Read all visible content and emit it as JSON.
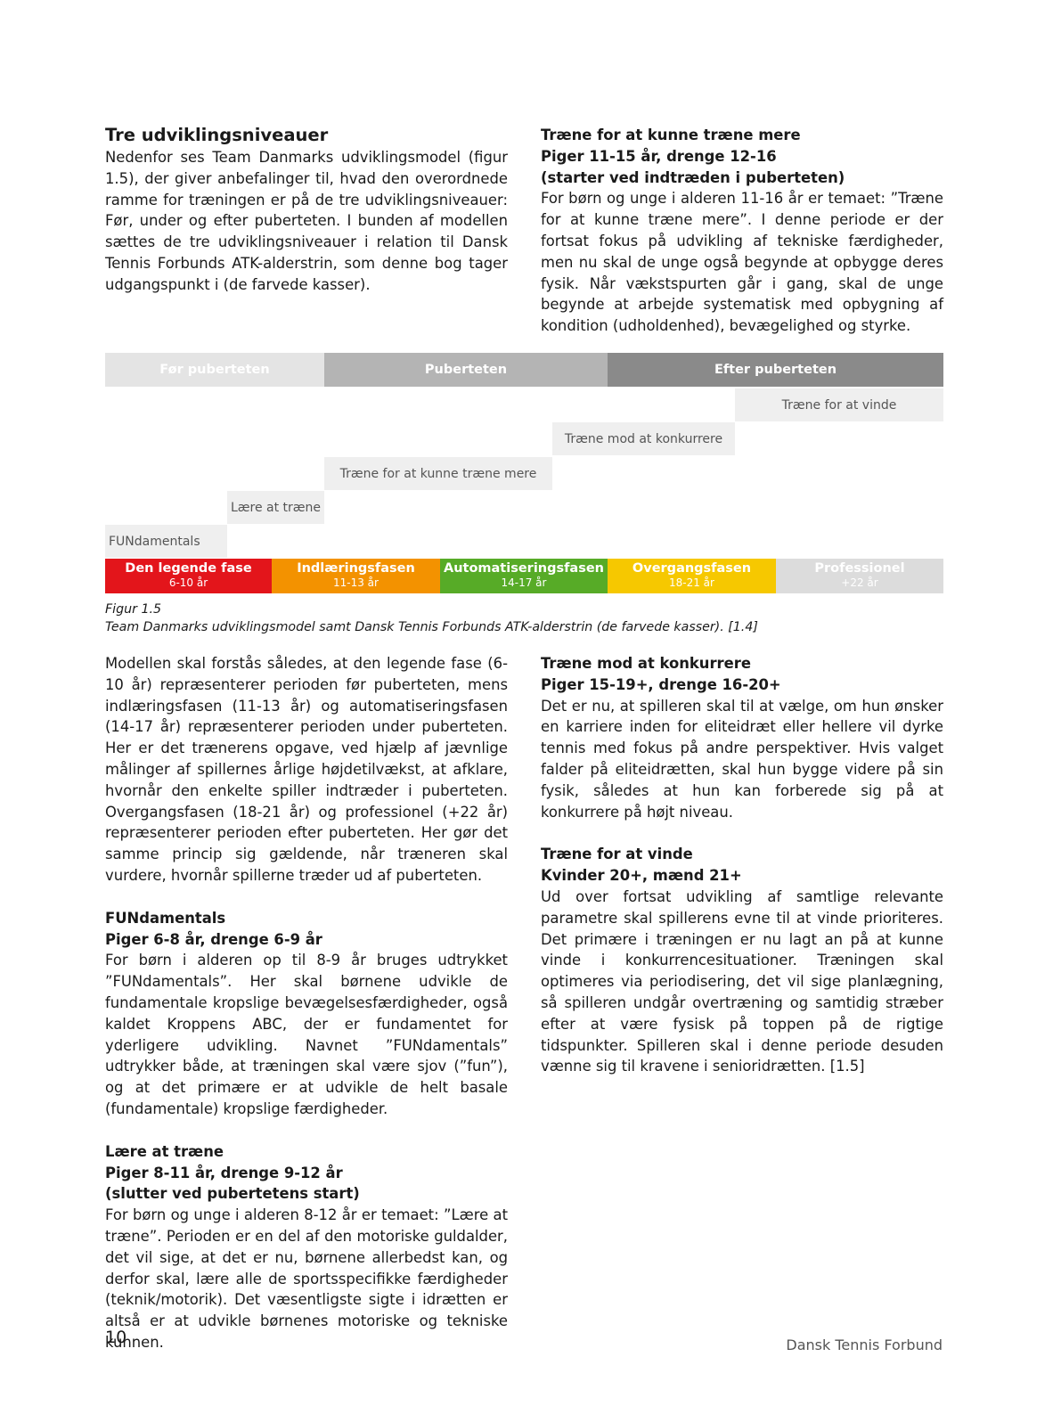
{
  "intro": {
    "title": "Tre udviklingsniveauer",
    "body": "Nedenfor ses Team Danmarks udviklingsmodel (figur 1.5), der giver anbefalinger til, hvad den overordnede ramme for træningen er på de tre udviklingsniveauer: Før, under og efter puberteten. I bunden af modellen sættes de tre udviklingsniveauer i relation til Dansk Tennis Forbunds ATK-alderstrin, som denne bog tager udgangspunkt i (de farvede kasser)."
  },
  "traene_mere": {
    "heading1": "Træne for at kunne træne mere",
    "heading2": "Piger 11-15 år, drenge 12-16",
    "heading3": "(starter ved indtræden i puberteten)",
    "body": "For børn og unge i alderen 11-16 år er temaet: ”Træne for at kunne træne mere”. I denne periode er der fortsat fokus på udvikling af tekniske færdigheder, men nu skal de unge også begynde at opbygge deres fysik. Når vækstspurten går i gang, skal de unge begynde at arbejde systematisk med opbygning af kondition (udholdenhed), bevægelighed og styrke."
  },
  "diagram": {
    "phases": [
      {
        "label": "Før puberteten",
        "color": "#e4e4e4"
      },
      {
        "label": "Puberteten",
        "color": "#b4b4b4"
      },
      {
        "label": "Efter puberteten",
        "color": "#8a8a8a"
      }
    ],
    "steps": [
      "Træne for at vinde",
      "Træne mod at konkurrere",
      "Træne for at kunne træne mere",
      "Lære at træne",
      "FUNdamentals"
    ],
    "atk": [
      {
        "title": "Den legende fase",
        "age": "6-10 år",
        "color": "#e3151b"
      },
      {
        "title": "Indlæringsfasen",
        "age": "11-13 år",
        "color": "#f39200"
      },
      {
        "title": "Automatiseringsfasen",
        "age": "14-17 år",
        "color": "#57ab27"
      },
      {
        "title": "Overgangsfasen",
        "age": "18-21 år",
        "color": "#f6c800"
      },
      {
        "title": "Professionel",
        "age": "+22 år",
        "color": "#dcdcdc"
      }
    ]
  },
  "caption": {
    "line1": "Figur 1.5",
    "line2": "Team Danmarks udviklingsmodel samt Dansk Tennis Forbunds ATK-alderstrin (de farvede kasser). [1.4]"
  },
  "model": {
    "body": "Modellen skal forstås således, at den legende fase (6-10 år) repræsenterer perioden før puberteten, mens indlæringsfasen (11-13 år) og automatiseringsfasen (14-17 år) repræsenterer perioden under puberteten. Her er det trænerens opgave, ved hjælp af jævnlige målinger af spillernes årlige højdetilvækst, at afklare, hvornår den enkelte spiller indtræder i puberteten. Overgangsfasen (18-21 år) og professionel (+22 år) repræsenterer perioden efter puberteten. Her gør det samme princip sig gældende, når træneren skal vurdere, hvornår spillerne træder ud af puberteten."
  },
  "fundamentals": {
    "heading1": "FUNdamentals",
    "heading2": "Piger 6-8 år, drenge 6-9 år",
    "body": "For børn i alderen op til 8-9 år bruges udtrykket ”FUNdamentals”. Her skal børnene udvikle de fundamentale kropslige bevægelsesfærdigheder, også kaldet Kroppens ABC, der er fundamentet for yderligere udvikling. Navnet ”FUNdamentals” udtrykker både, at træningen skal være sjov (”fun”), og at det primære er at udvikle de helt basale (fundamentale) kropslige færdigheder."
  },
  "laere": {
    "heading1": "Lære at træne",
    "heading2": "Piger 8-11 år, drenge 9-12 år",
    "heading3": "(slutter ved pubertetens start)",
    "body": "For børn og unge i alderen 8-12 år er temaet: ”Lære at træne”. Perioden er en del af den motoriske guldalder, det vil sige, at det er nu, børnene allerbedst kan, og derfor skal, lære alle de sportsspecifikke færdigheder (teknik/motorik). Det væsentligste sigte i idrætten er altså er at udvikle børnenes motoriske og tekniske kunnen."
  },
  "konkurrere": {
    "heading1": "Træne mod at konkurrere",
    "heading2": "Piger 15-19+, drenge 16-20+",
    "body": "Det er nu, at spilleren skal til at vælge, om hun ønsker en karriere inden for eliteidræt eller hellere vil dyrke tennis med fokus på andre perspektiver. Hvis valget falder på eliteidrætten, skal hun bygge videre på sin fysik, således at hun kan forberede sig på at konkurrere på højt niveau."
  },
  "vinde": {
    "heading1": "Træne for at vinde",
    "heading2": "Kvinder 20+, mænd 21+",
    "body": "Ud over fortsat udvikling af samtlige relevante parametre skal spillerens evne til at vinde prioriteres. Det primære i træningen er nu lagt an på at kunne vinde i konkurrencesituationer. Træningen skal optimeres via periodisering, det vil sige planlægning, så spilleren undgår overtræning og samtidig stræber efter at være fysisk på toppen på de rigtige tidspunkter. Spilleren skal i denne periode desuden vænne sig til kravene i senioridrætten. [1.5]"
  },
  "footer": {
    "page_number": "10",
    "publisher": "Dansk Tennis Forbund"
  }
}
